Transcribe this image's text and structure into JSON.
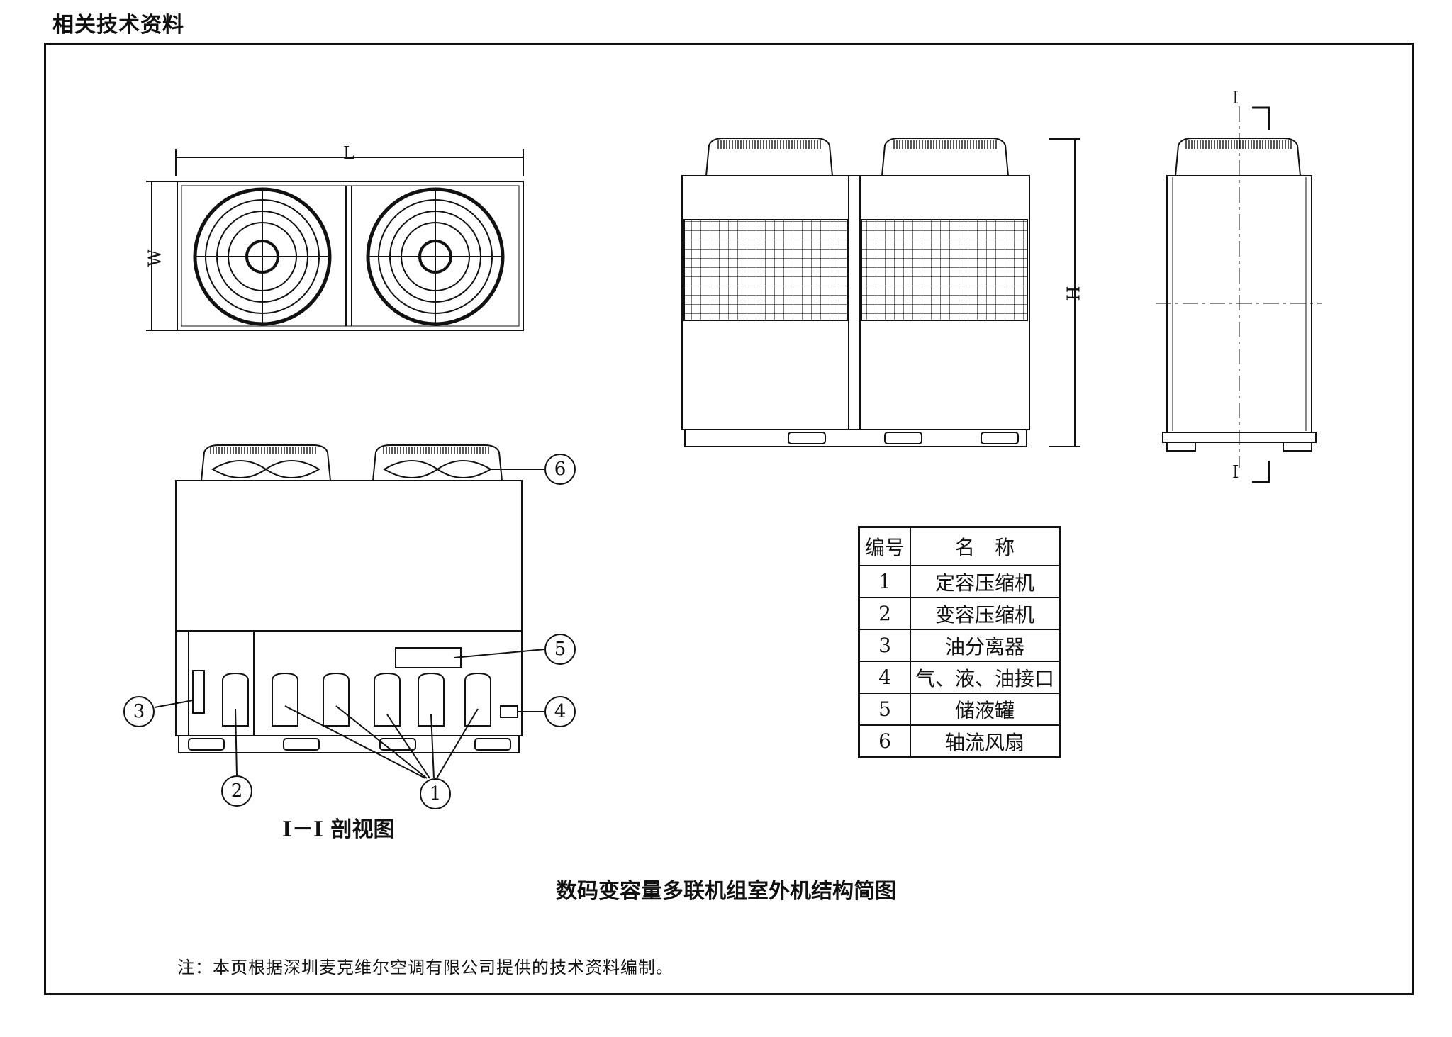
{
  "page": {
    "header": "相关技术资料",
    "section_label": "I－I 剖视图",
    "caption": "数码变容量多联机组室外机结构简图",
    "note": "注：本页根据深圳麦克维尔空调有限公司提供的技术资料编制。"
  },
  "dimensions": {
    "length": "L",
    "width": "W",
    "height": "H",
    "section_mark": "I"
  },
  "parts_table": {
    "header": {
      "number": "编号",
      "name": "名　称"
    },
    "rows": [
      {
        "number": "1",
        "name": "定容压缩机"
      },
      {
        "number": "2",
        "name": "变容压缩机"
      },
      {
        "number": "3",
        "name": "油分离器"
      },
      {
        "number": "4",
        "name": "气、液、油接口"
      },
      {
        "number": "5",
        "name": "储液罐"
      },
      {
        "number": "6",
        "name": "轴流风扇"
      }
    ]
  },
  "callouts": [
    "1",
    "2",
    "3",
    "4",
    "5",
    "6"
  ],
  "icons": {
    "fan": "fan-icon",
    "compressor": "compressor-icon"
  }
}
